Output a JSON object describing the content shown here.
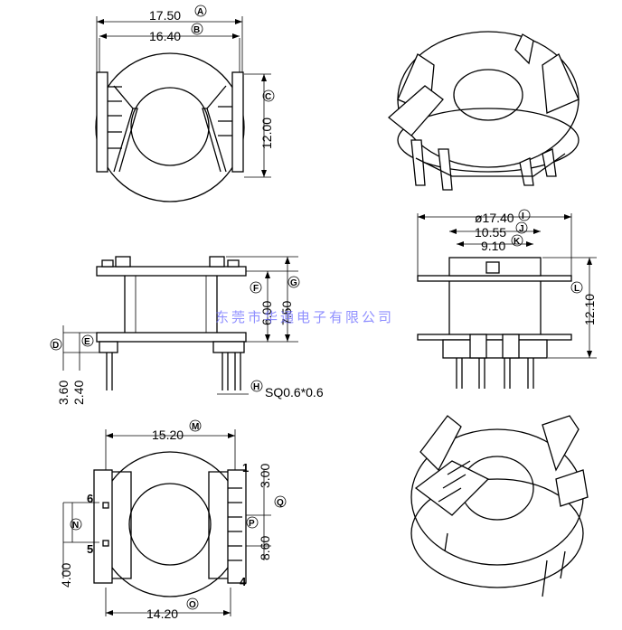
{
  "top_view": {
    "dim_a": "17.50",
    "label_a": "A",
    "dim_b": "16.40",
    "label_b": "B",
    "dim_c_label": "C",
    "dim_height": "12.00"
  },
  "front_view": {
    "label_f": "F",
    "dim_f": "6.00",
    "label_g": "G",
    "dim_g": "7.50",
    "label_d": "D",
    "label_e": "E",
    "dim_d": "3.60",
    "dim_e": "2.40",
    "label_h": "H",
    "pin_spec": "SQ0.6*0.6"
  },
  "side_view": {
    "dim_i": "ø17.40",
    "label_i": "I",
    "dim_j": "10.55",
    "label_j": "J",
    "dim_k": "9.10",
    "label_k": "K",
    "label_l": "L",
    "dim_l": "12.10"
  },
  "bottom_view": {
    "dim_m": "15.20",
    "label_m": "M",
    "dim_o": "14.20",
    "label_o": "O",
    "label_n": "N",
    "dim_n": "4.00",
    "label_p": "P",
    "dim_p": "8.60",
    "label_q": "Q",
    "dim_q": "3.00",
    "pin_1": "1",
    "pin_4": "4",
    "pin_5": "5",
    "pin_6": "6"
  },
  "watermark": "东莞市华通电子有限公司"
}
